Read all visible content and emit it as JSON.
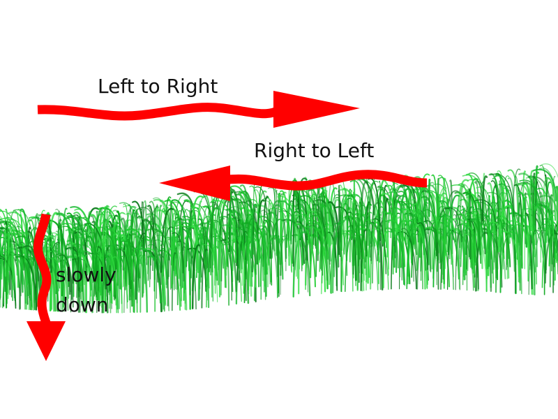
{
  "labels": {
    "left_to_right": "Left to Right",
    "right_to_left": "Right to Left",
    "slowly": "slowly",
    "down": "down"
  },
  "colors": {
    "arrow": "#ff0000",
    "grass_light": "#22cc33",
    "grass_mid": "#11aa22",
    "grass_dark": "#0a7a1a",
    "text": "#111111",
    "background": "#ffffff"
  },
  "arrows": [
    {
      "name": "left-to-right",
      "direction": "right"
    },
    {
      "name": "right-to-left",
      "direction": "left"
    },
    {
      "name": "slowly-down",
      "direction": "down"
    }
  ]
}
